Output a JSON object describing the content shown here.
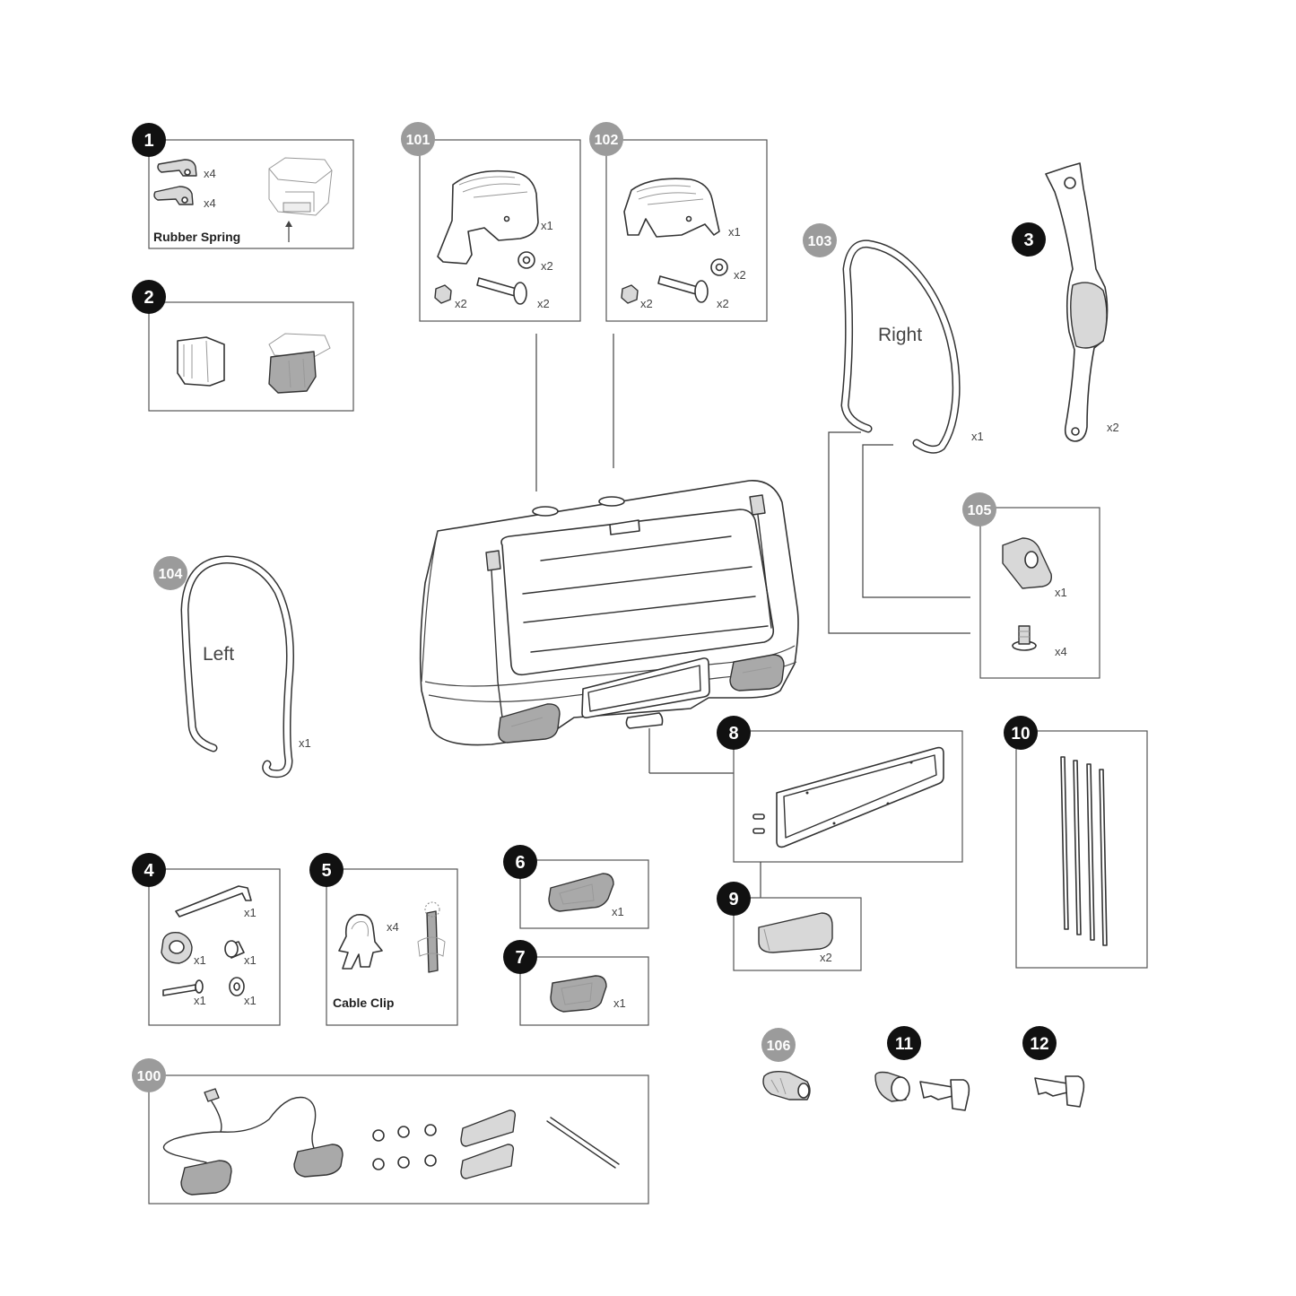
{
  "badges": {
    "b1": "1",
    "b2": "2",
    "b3": "3",
    "b4": "4",
    "b5": "5",
    "b6": "6",
    "b7": "7",
    "b8": "8",
    "b9": "9",
    "b10": "10",
    "b11": "11",
    "b12": "12",
    "b100": "100",
    "b101": "101",
    "b102": "102",
    "b103": "103",
    "b104": "104",
    "b105": "105",
    "b106": "106"
  },
  "labels": {
    "rubber_spring": "Rubber Spring",
    "cable_clip": "Cable Clip",
    "right": "Right",
    "left": "Left"
  },
  "quantities": {
    "p1_a": "x4",
    "p1_b": "x4",
    "p101_cover": "x1",
    "p101_washer": "x2",
    "p101_nut": "x2",
    "p101_bolt": "x2",
    "p102_cover": "x1",
    "p102_washer": "x2",
    "p102_nut": "x2",
    "p102_bolt": "x2",
    "p103": "x1",
    "p3": "x2",
    "p104": "x1",
    "p105_clip": "x1",
    "p105_screw": "x4",
    "p4_key": "x1",
    "p4_knob": "x1",
    "p4_spacer": "x1",
    "p4_bolt": "x1",
    "p4_washer": "x1",
    "p5": "x4",
    "p6": "x1",
    "p7": "x1",
    "p9": "x2"
  },
  "colors": {
    "badge_black": "#111111",
    "badge_grey": "#9b9b9b",
    "frame": "#555555",
    "line_art": "#333333"
  },
  "icons": {
    "p1": "rubber-spring-icon",
    "p2": "bracket-cover-icon",
    "p3": "strap-icon",
    "p4": "hardware-set-icon",
    "p5": "cable-clip-icon",
    "p6": "reflector-left-icon",
    "p7": "reflector-right-icon",
    "p8": "license-plate-holder-icon",
    "p9": "handle-cap-icon",
    "p10": "reflective-strips-icon",
    "p11": "lock-cylinder-key-icon",
    "p12": "key-icon",
    "p100": "wiring-harness-icon",
    "p101": "hinge-cover-left-icon",
    "p102": "hinge-cover-right-icon",
    "p103": "bike-arm-right-icon",
    "p104": "bike-arm-left-icon",
    "p105": "clamp-clip-icon",
    "p106": "buckle-icon",
    "main": "cargo-box-icon"
  }
}
